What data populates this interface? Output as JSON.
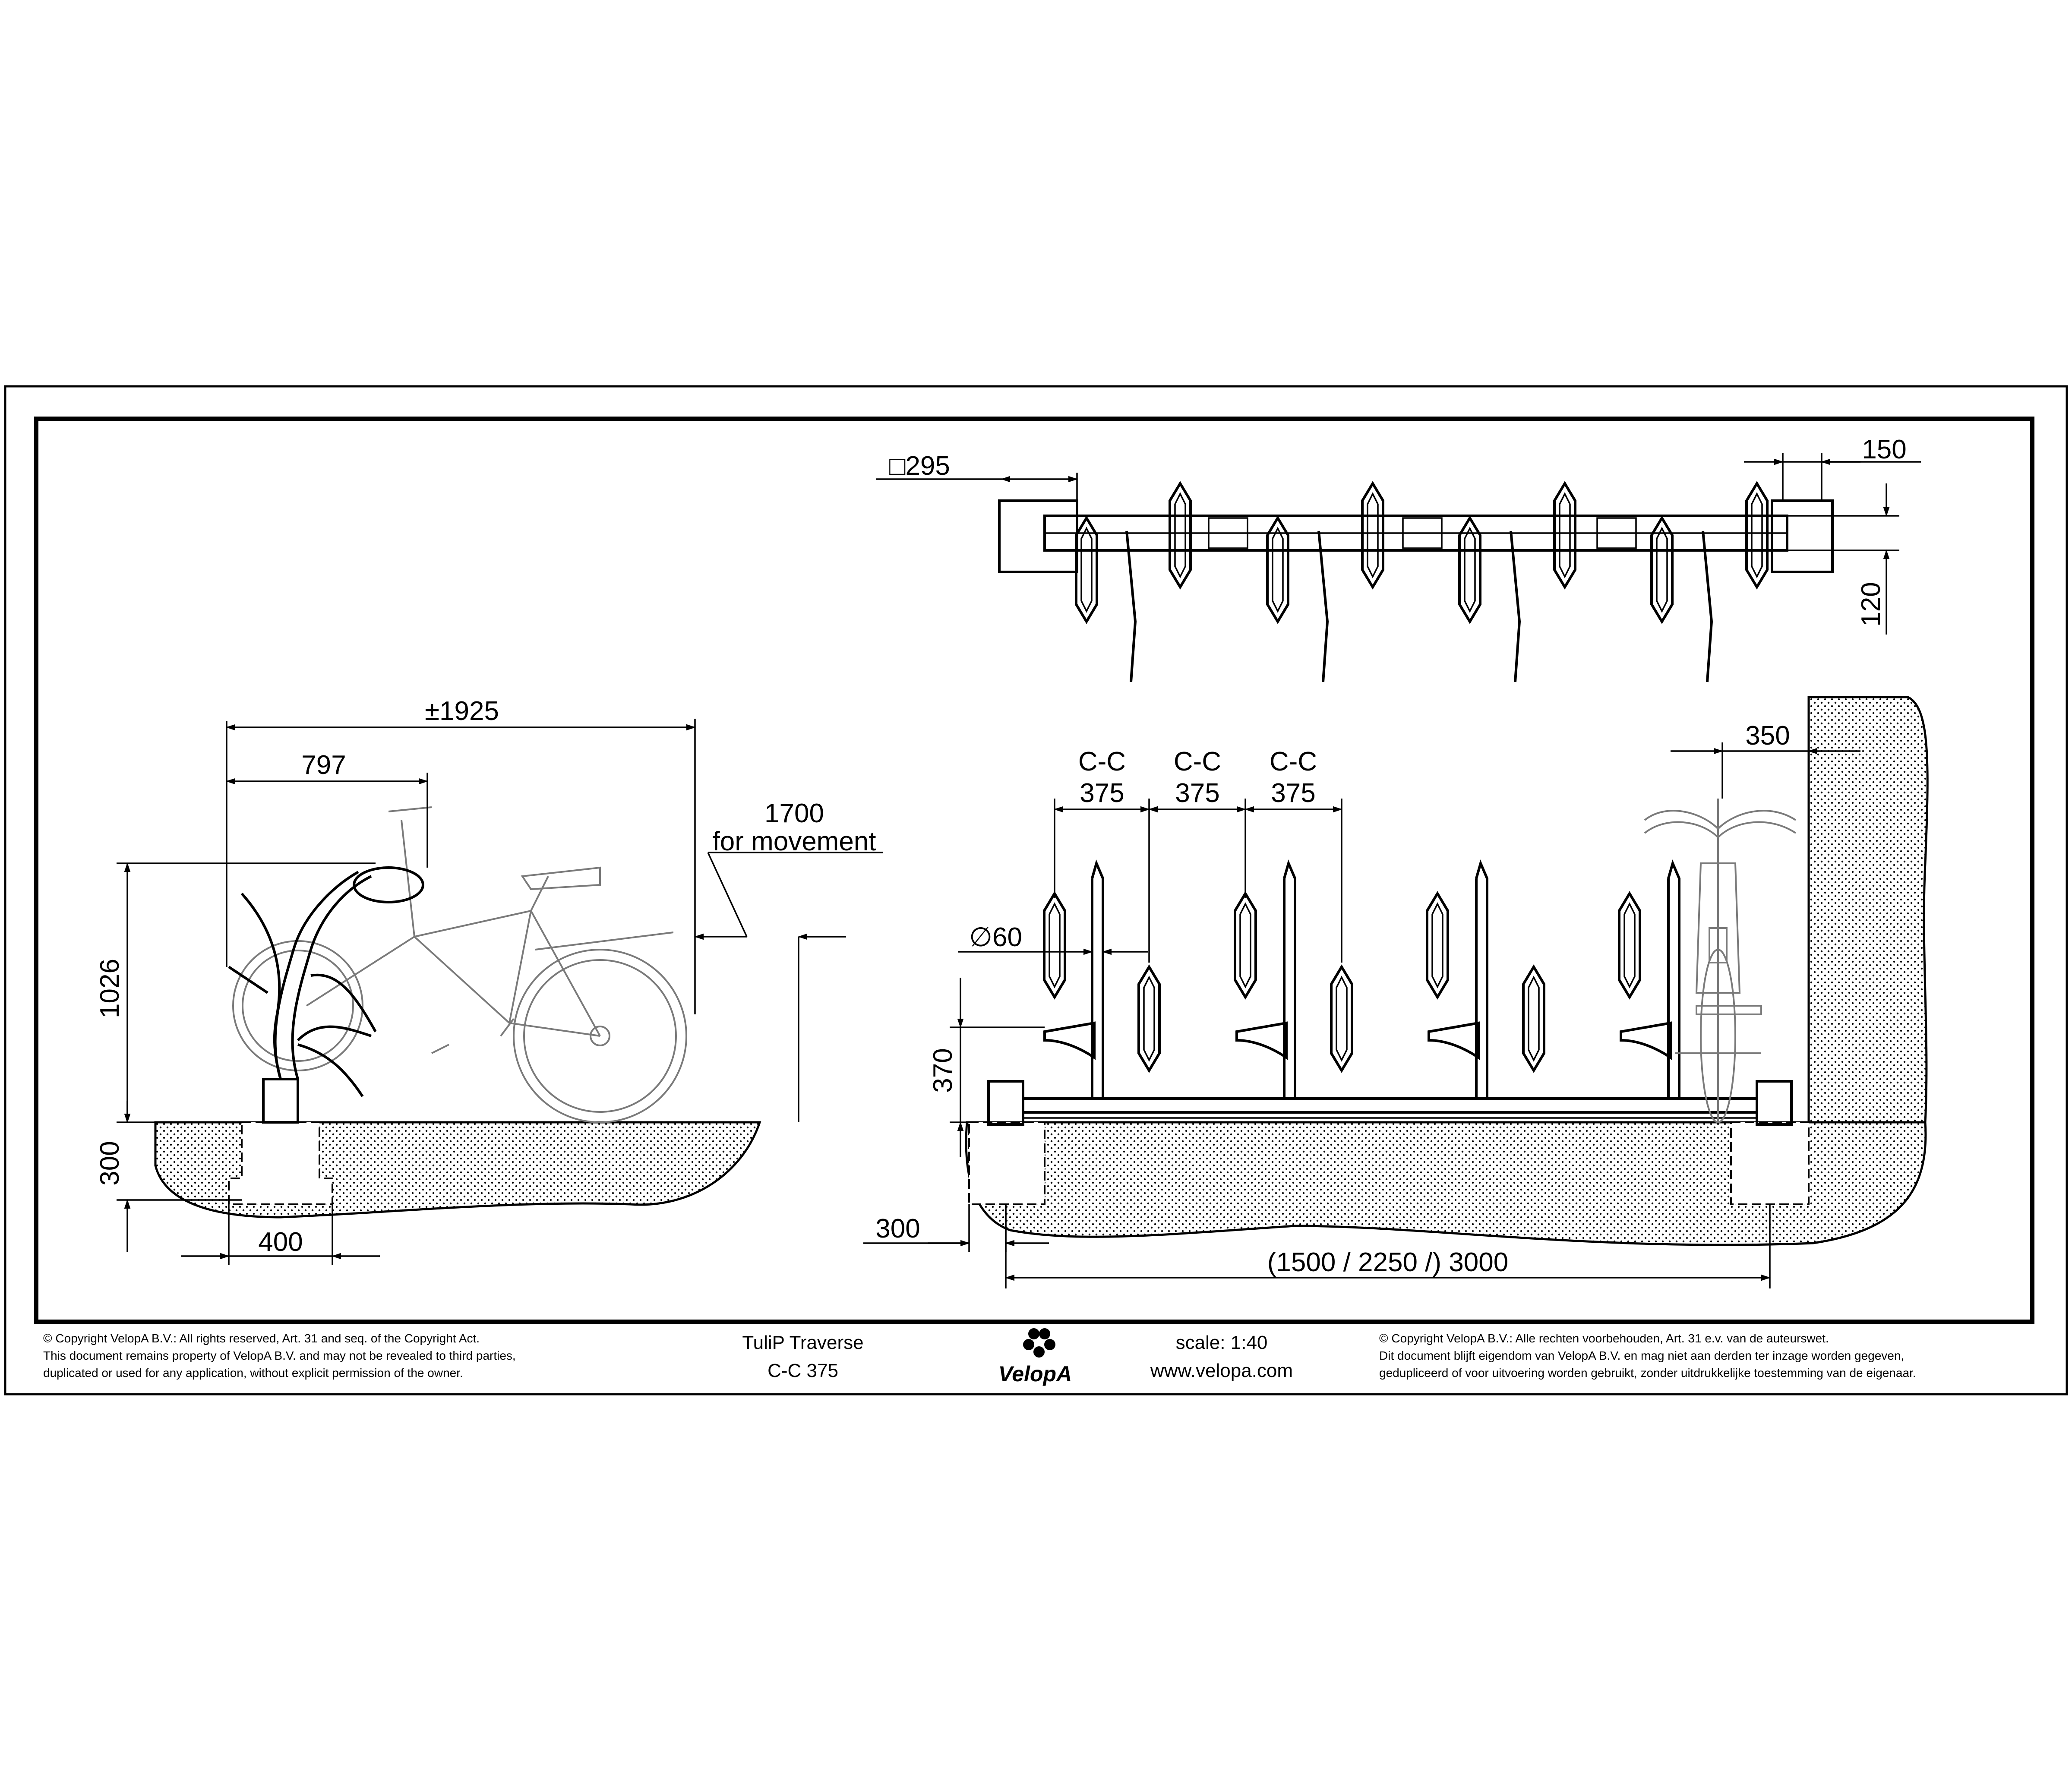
{
  "title_block": {
    "product": "TuliP Traverse",
    "variant": "C-C 375",
    "scale": "scale: 1:40",
    "website": "www.velopa.com",
    "brand": "VelopA",
    "copyright_en_1": "©  Copyright VelopA B.V.: All rights reserved, Art. 31 and seq. of the Copyright Act.",
    "copyright_en_2": "This document remains property of VelopA B.V. and may not be revealed to third parties,",
    "copyright_en_3": "duplicated or used for any application, without explicit permission of the owner.",
    "copyright_nl_1": "©  Copyright VelopA B.V.: Alle rechten voorbehouden, Art. 31 e.v. van de auteurswet.",
    "copyright_nl_2": "Dit document blijft eigendom van VelopA B.V. en mag niet aan derden ter inzage worden gegeven,",
    "copyright_nl_3": "gedupliceerd of voor uitvoering worden gebruikt, zonder uitdrukkelijke toestemming van de eigenaar."
  },
  "side_view": {
    "dim_overall": "±1925",
    "dim_reach": "797",
    "dim_height": "1026",
    "dim_foundation_depth": "300",
    "dim_foundation_width": "400",
    "dim_movement_value": "1700",
    "dim_movement_label": "for movement"
  },
  "top_view": {
    "dim_post": "295",
    "dim_post_symbol": "□",
    "dim_end": "150",
    "dim_width": "120"
  },
  "front_view": {
    "cc_label": "C-C",
    "cc_value": "375",
    "dim_tube": "60",
    "dim_tube_symbol": "∅",
    "dim_holder_height": "370",
    "dim_wall_clearance": "350",
    "dim_foundation_depth": "300",
    "dim_length": "(1500 / 2250 /) 3000"
  },
  "colors": {
    "line": "#000000",
    "bike": "#7a7a7a",
    "background": "#ffffff"
  }
}
